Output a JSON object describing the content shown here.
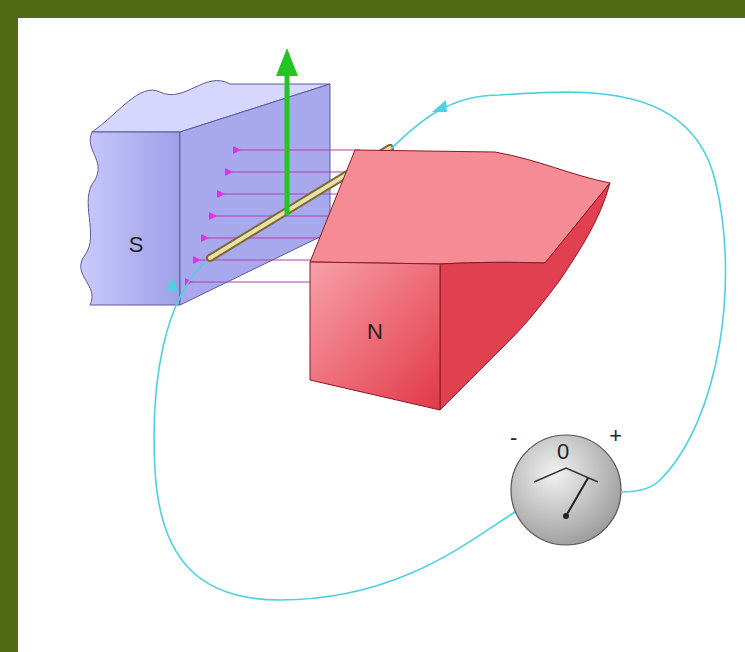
{
  "diagram": {
    "nodes": [
      {
        "text": [
          "S"
        ]
      },
      {
        "text": [
          "N"
        ]
      },
      {
        "text": [
          "-",
          "0",
          "+"
        ]
      }
    ]
  }
}
